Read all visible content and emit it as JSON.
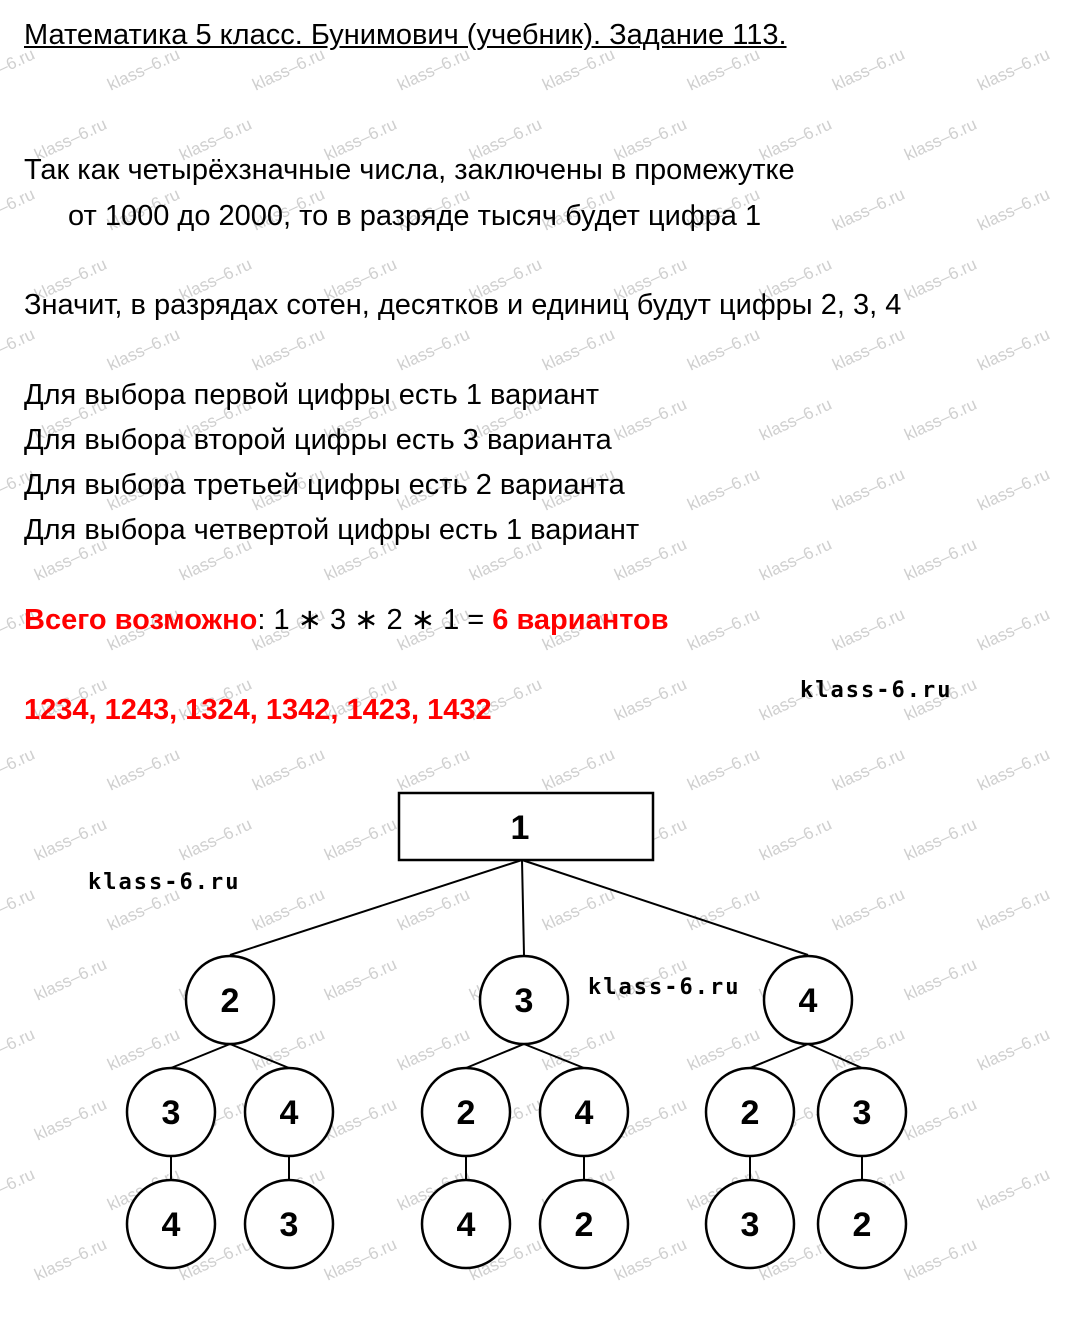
{
  "title": "Математика 5 класс. Бунимович (учебник). Задание 113.",
  "paragraph1": {
    "line1": "Так как четырёхзначные числа, заключены в промежутке",
    "line2": "от 1000 до 2000, то в разряде тысяч будет цифра 1"
  },
  "paragraph2": "Значит, в разрядах сотен, десятков и единиц будут цифры 2, 3, 4",
  "choices": [
    "Для выбора первой цифры есть 1 вариант",
    "Для выбора второй цифры есть 3 варианта",
    "Для выбора третьей цифры есть 2 варианта",
    "Для выбора четвертой цифры есть 1 вариант"
  ],
  "total": {
    "label": "Всего возможно",
    "expression": ": 1 ∗ 3 ∗ 2 ∗ 1 = ",
    "result": "6 вариантов"
  },
  "numbers_list": "1234, 1243, 1324, 1342, 1423, 1432",
  "watermark_text": "klass–6.ru",
  "stamps": [
    "klass-6.ru",
    "klass-6.ru",
    "klass-6.ru"
  ],
  "tree": {
    "root": "1",
    "level1": [
      "2",
      "3",
      "4"
    ],
    "level2": [
      "3",
      "4",
      "2",
      "4",
      "2",
      "3"
    ],
    "level3": [
      "4",
      "3",
      "4",
      "2",
      "3",
      "2"
    ]
  }
}
